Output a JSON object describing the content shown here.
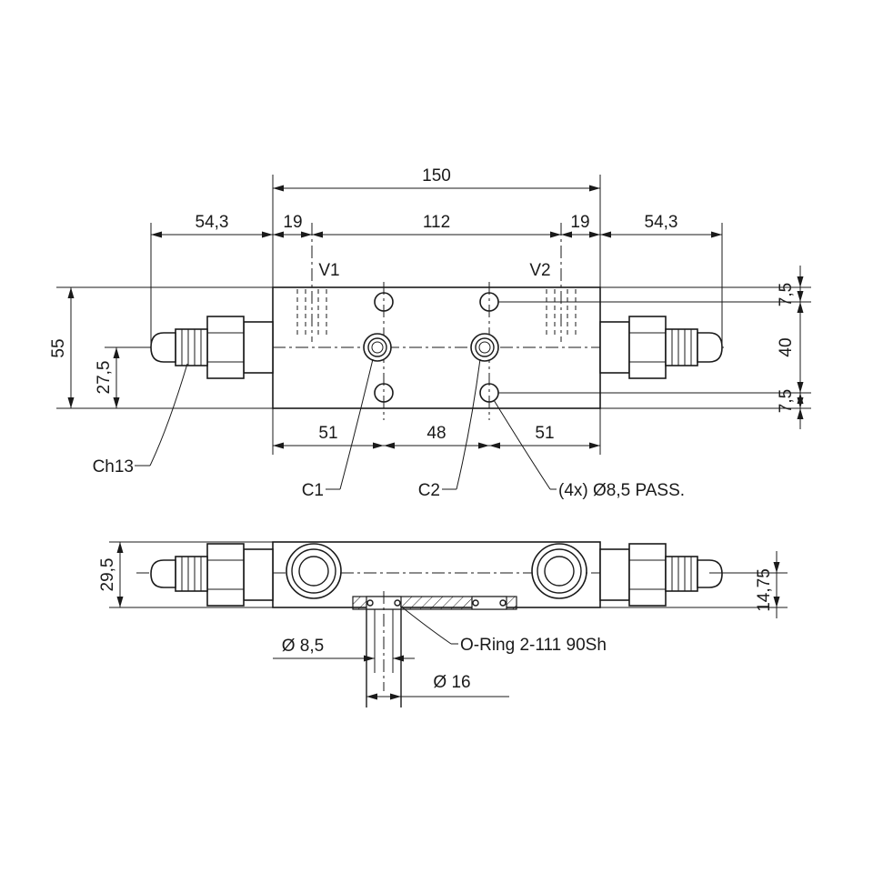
{
  "dimensions": {
    "overall_length": "150",
    "port_offset_left": "19",
    "port_spacing": "112",
    "port_offset_right": "19",
    "cartridge_left": "54,3",
    "cartridge_right": "54,3",
    "height_total": "55",
    "height_center": "27,5",
    "hole_offset_top": "7,5",
    "hole_spacing": "40",
    "hole_offset_bottom": "7,5",
    "hole_pos_left": "51",
    "hole_pos_middle": "48",
    "hole_pos_right": "51",
    "side_height": "29,5",
    "side_center": "14,75",
    "bore_small": "Ø 8,5",
    "bore_large": "Ø 16"
  },
  "labels": {
    "port_v1": "V1",
    "port_v2": "V2",
    "port_c1": "C1",
    "port_c2": "C2",
    "hex_size": "Ch13",
    "mounting_holes": "(4x) Ø8,5 PASS.",
    "o_ring": "O-Ring 2-111 90Sh"
  }
}
